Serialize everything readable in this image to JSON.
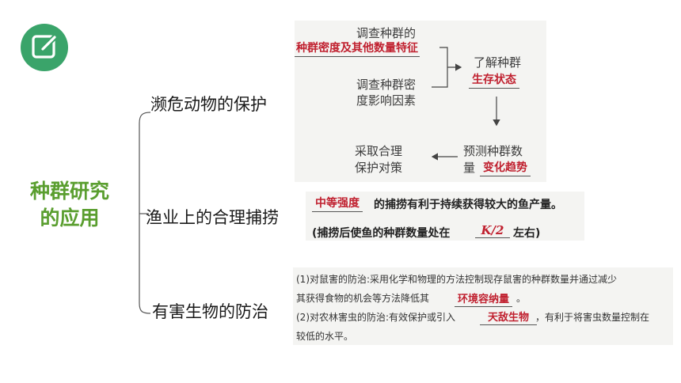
{
  "main_title": {
    "line1": "种群研究",
    "line2": "的应用"
  },
  "branches": {
    "b1": "濒危动物的保护",
    "b2": "渔业上的合理捕捞",
    "b3": "有害生物的防治"
  },
  "flow": {
    "box1_line1": "调查种群的",
    "box1_answer": "种群密度及其他数量特征",
    "box2_line1": "调查种群密",
    "box2_line2": "度影响因素",
    "box3_line1": "了解种群",
    "box3_answer": "生存状态",
    "box4_line1": "预测种群数",
    "box4_prefix": "量",
    "box4_answer": "变化趋势",
    "box5_line1": "采取合理",
    "box5_line2": "保护对策"
  },
  "fishery": {
    "answer": "中等强度",
    "text": "的捕捞有利于持续获得较大的鱼产量。",
    "note_prefix": "(捕捞后使鱼的种群数量处在",
    "note_value": "K/2",
    "note_suffix": "左右)"
  },
  "pest": {
    "line1": "(1)对鼠害的防治:采用化学和物理的方法控制现存鼠害的种群数量并通过减少",
    "line2_prefix": "其获得食物的机会等方法降低其",
    "line2_answer": "环境容纳量",
    "line2_suffix": "。",
    "line3_prefix": "(2)对农林害虫的防治:有效保护或引入",
    "line3_answer": "天敌生物",
    "line3_suffix": "，有利于将害虫数量控制在",
    "line4": "较低的水平。"
  }
}
